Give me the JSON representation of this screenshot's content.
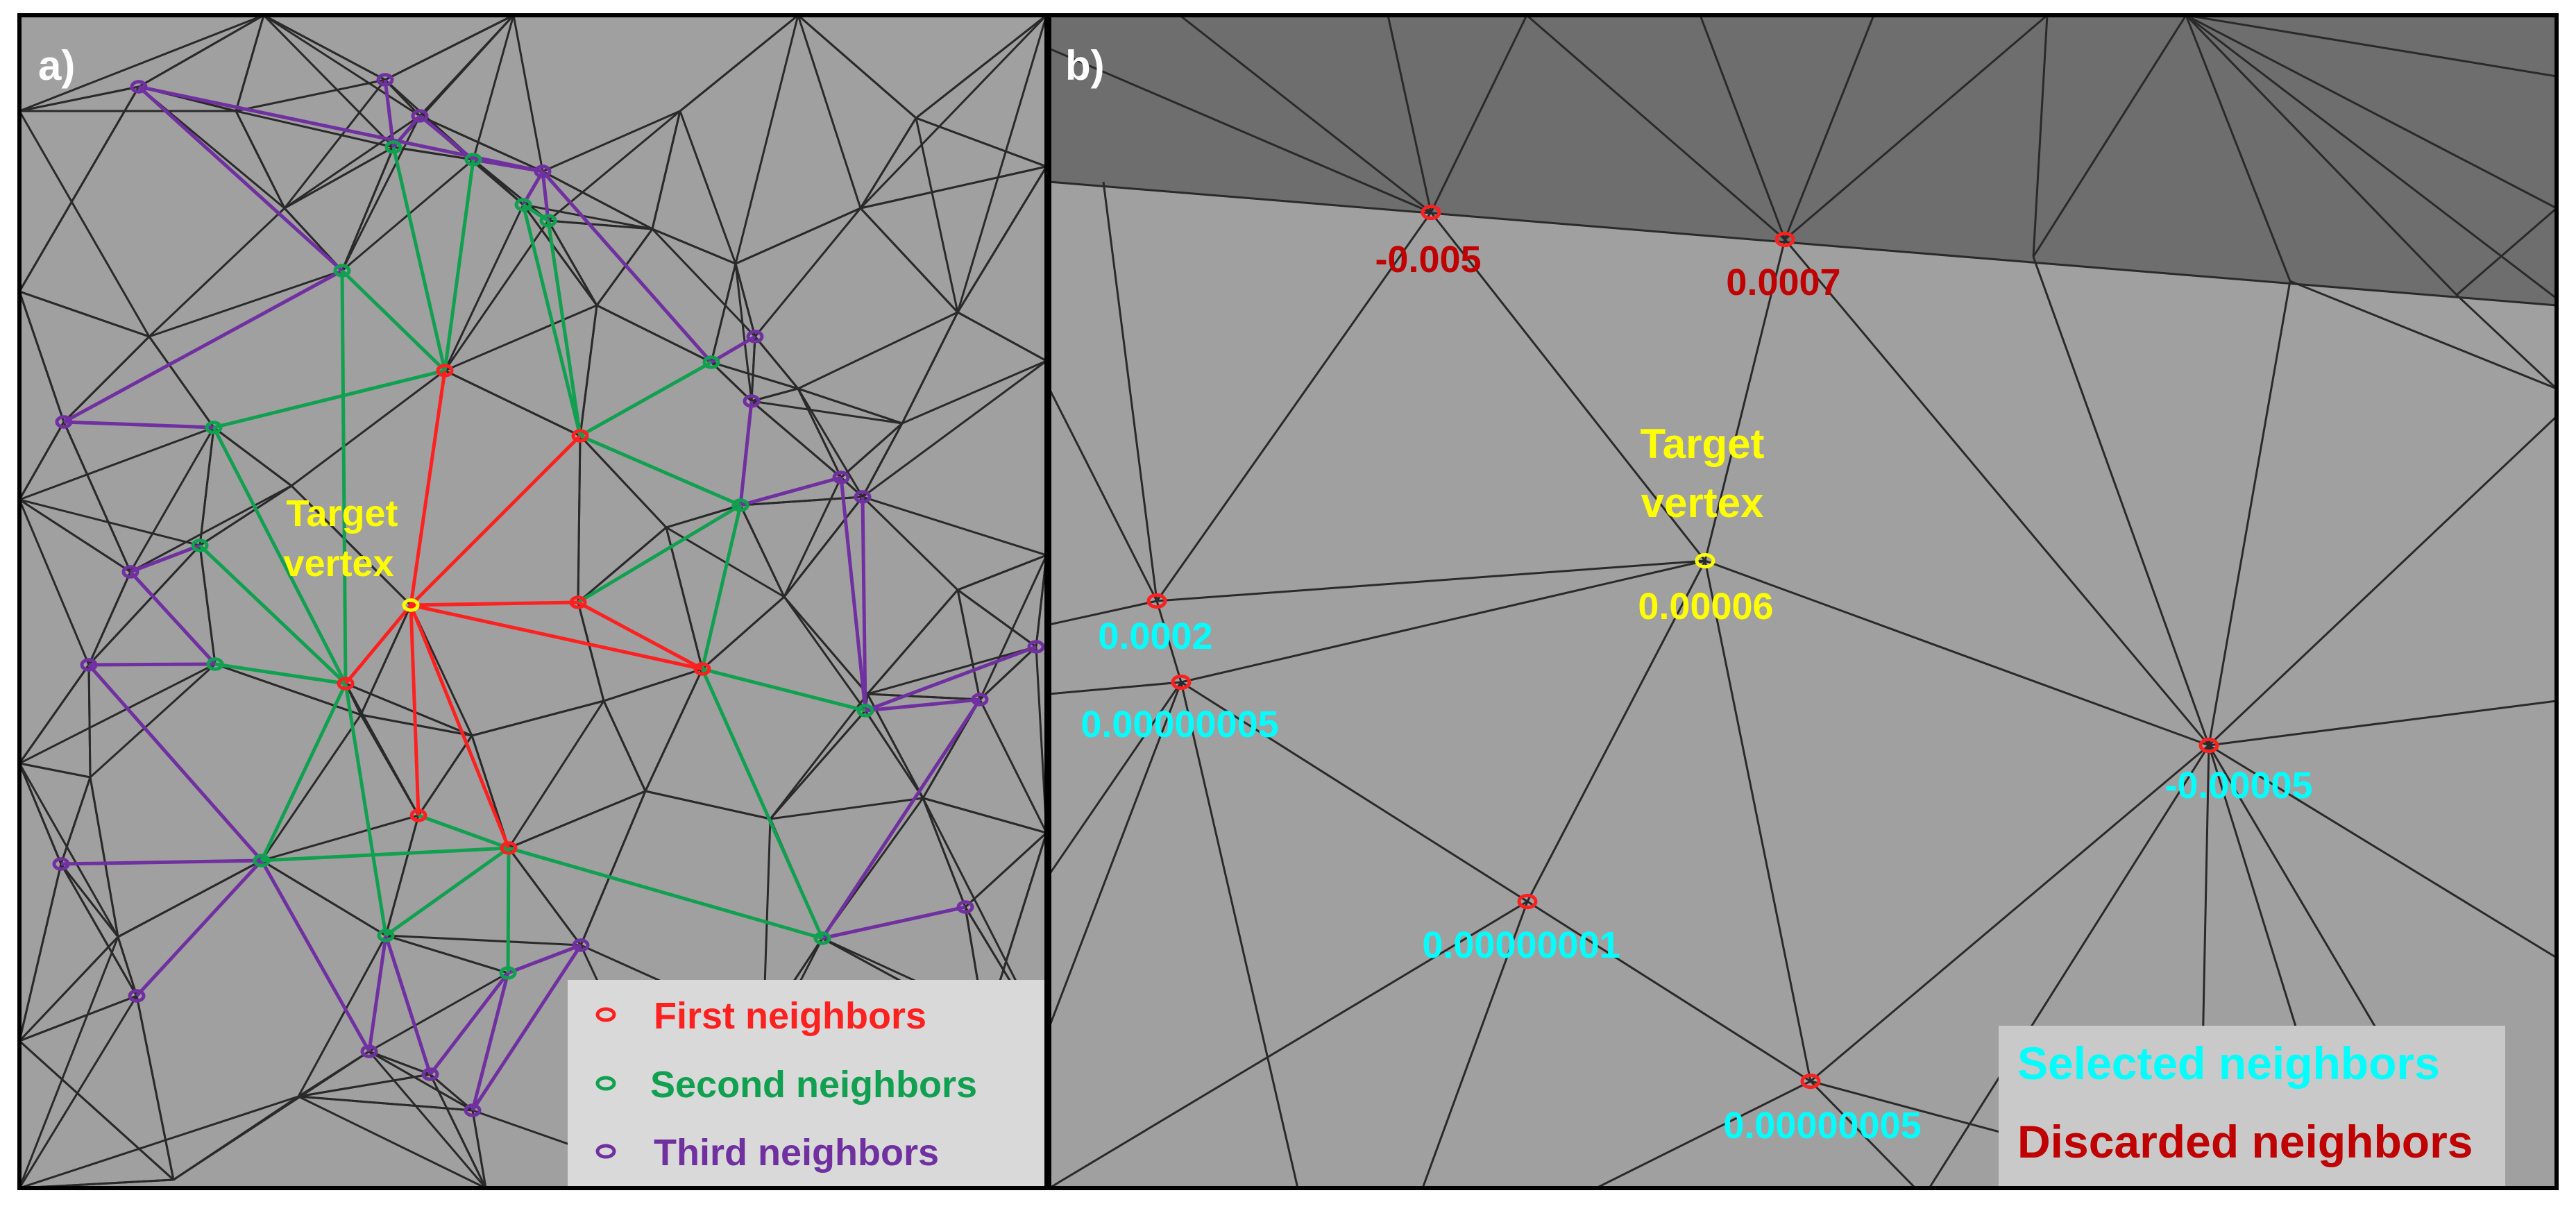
{
  "panel_a": {
    "label": "a)",
    "target_label_line1": "Target",
    "target_label_line2": "vertex",
    "legend": {
      "first": "First neighbors",
      "second": "Second neighbors",
      "third": "Third neighbors"
    }
  },
  "panel_b": {
    "label": "b)",
    "target_label_line1": "Target",
    "target_label_line2": "vertex",
    "values": {
      "v_top1": "-0.005",
      "v_top2": "0.0007",
      "v_target": "0.00006",
      "v_left1": "0.0002",
      "v_left2": "0.00000005",
      "v_right": "-0.00005",
      "v_mid": "0.00000001",
      "v_bottom": "0.00000005"
    },
    "legend": {
      "selected": "Selected neighbors",
      "discarded": "Discarded neighbors"
    }
  },
  "colors": {
    "first": "#ff2020",
    "second": "#10a050",
    "third": "#7030a0",
    "target": "#ffff00",
    "selected": "#00ffff",
    "discarded": "#c00000",
    "mesh_fill": "#a0a0a0",
    "mesh_dark": "#6e6e6e",
    "mesh_edge": "#2a2a2a"
  }
}
